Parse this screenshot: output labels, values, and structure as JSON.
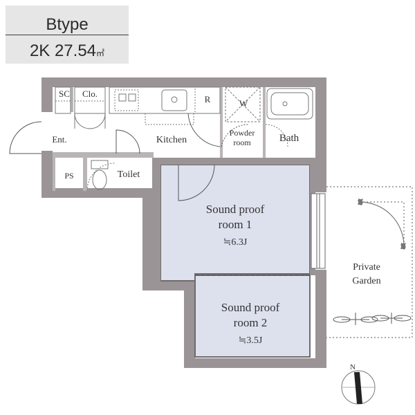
{
  "header": {
    "type_label": "Btype",
    "area_label": "2K 27.54",
    "area_unit": "㎡"
  },
  "rooms": {
    "sc": "SC",
    "closet": "Clo.",
    "entrance": "Ent.",
    "ps": "PS",
    "toilet": "Toilet",
    "kitchen": "Kitchen",
    "refrigerator": "R",
    "washer": "W",
    "powder_line1": "Powder",
    "powder_line2": "room",
    "bath": "Bath",
    "room1_line1": "Sound proof",
    "room1_line2": "room 1",
    "room1_size": "≒6.3J",
    "room2_line1": "Sound proof",
    "room2_line2": "room 2",
    "room2_size": "≒3.5J",
    "garden_line1": "Private",
    "garden_line2": "Garden"
  },
  "compass": {
    "north": "N"
  },
  "colors": {
    "wall": "#9a9496",
    "wall_dark": "#6f6a6c",
    "soundproof_fill": "#dde1ee",
    "line": "#4a4a4a"
  }
}
